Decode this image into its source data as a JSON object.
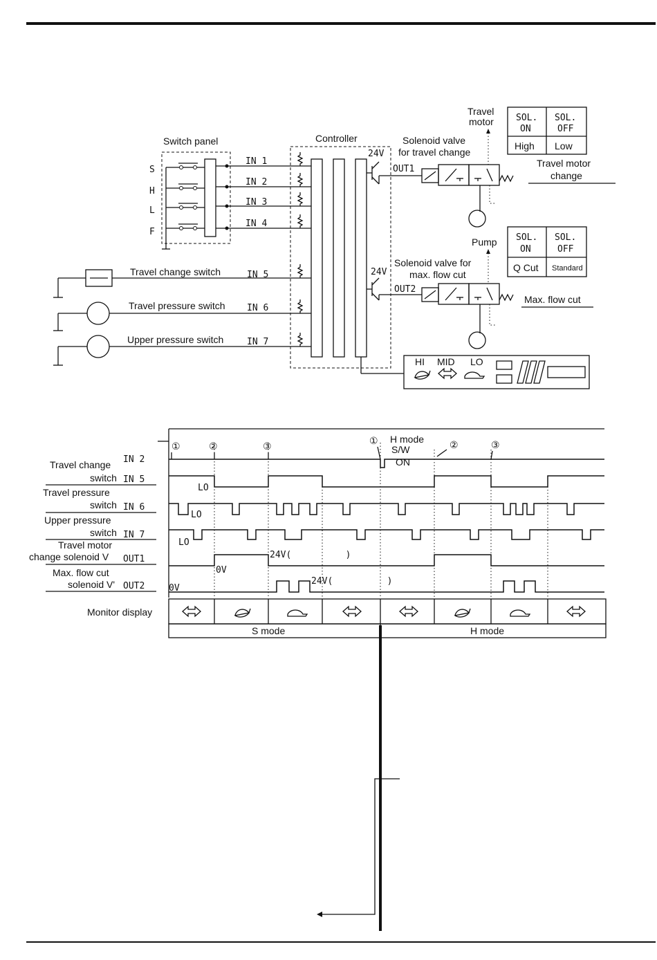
{
  "switch_panel": {
    "title": "Switch panel",
    "switches": [
      "S",
      "H",
      "L",
      "F"
    ]
  },
  "controller": {
    "title": "Controller",
    "v1": "24V",
    "v2": "24V",
    "out1": "OUT1",
    "out2": "OUT2"
  },
  "inputs": [
    {
      "label": "",
      "in": "IN 1"
    },
    {
      "label": "",
      "in": "IN 2"
    },
    {
      "label": "",
      "in": "IN 3"
    },
    {
      "label": "",
      "in": "IN 4"
    },
    {
      "label": "Travel change switch",
      "in": "IN 5"
    },
    {
      "label": "Travel pressure switch",
      "in": "IN 6"
    },
    {
      "label": "Upper pressure switch",
      "in": "IN 7"
    }
  ],
  "valve1": {
    "label1": "Solenoid valve",
    "label2": "for travel change",
    "target1": "Travel",
    "target2": "motor",
    "caption1": "Travel motor",
    "caption2": "change"
  },
  "valve2": {
    "label1": "Solenoid valve for",
    "label2": "max. flow cut",
    "target": "Pump",
    "caption": "Max. flow cut"
  },
  "table1": {
    "h1a": "SOL.",
    "h1b": "ON",
    "h2a": "SOL.",
    "h2b": "OFF",
    "c1": "High",
    "c2": "Low"
  },
  "table2": {
    "h1a": "SOL.",
    "h1b": "ON",
    "h2a": "SOL.",
    "h2b": "OFF",
    "c1": "Q Cut",
    "c2": "Standard"
  },
  "monitor": {
    "hi": "HI",
    "mid": "MID",
    "lo": "LO"
  },
  "timing": {
    "markers": [
      "①",
      "②",
      "③",
      "①",
      "②",
      "③"
    ],
    "hmode_note1": "H mode",
    "hmode_note2": "S/W",
    "hmode_note3": "ON",
    "rows": [
      {
        "l1": "Travel change",
        "l2": "switch",
        "in1": "IN 2",
        "in2": "IN 5"
      },
      {
        "l1": "Travel pressure",
        "l2": "switch",
        "in": "IN 6"
      },
      {
        "l1": "Upper pressure",
        "l2": "switch",
        "in": "IN 7"
      },
      {
        "l1": "Travel motor",
        "l2": "change solenoid V",
        "in": "OUT1"
      },
      {
        "l1": "Max. flow cut",
        "l2": "solenoid V'",
        "in": "OUT2"
      }
    ],
    "levels": {
      "lo1": "LO",
      "lo2": "LO",
      "lo3": "LO",
      "ov1": "0V",
      "ov2": "0V",
      "v24a": "24V(          )",
      "v24b": "24V(          )"
    },
    "monitor_label": "Monitor display",
    "modes": [
      "S mode",
      "H mode"
    ]
  }
}
